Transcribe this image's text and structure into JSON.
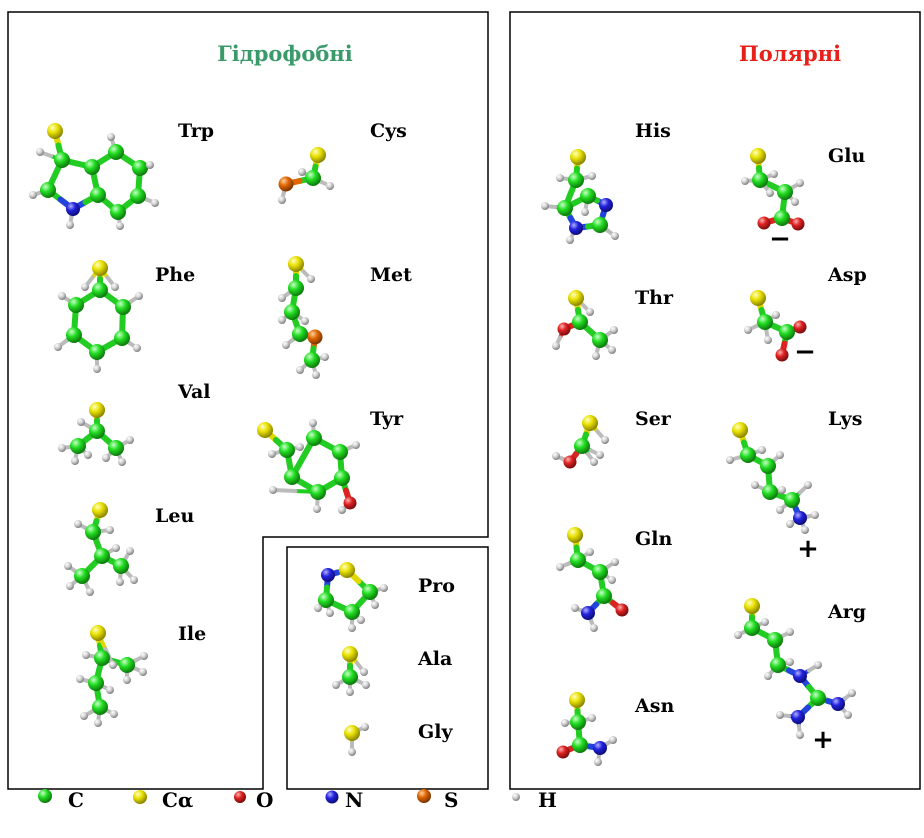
{
  "groups": {
    "hydrophobic": {
      "title": "Гідрофобні",
      "color": "#3a9a6a"
    },
    "polar": {
      "title": "Полярні",
      "color": "#e8201a"
    }
  },
  "amino_acids": {
    "trp": "Trp",
    "cys": "Cys",
    "phe": "Phe",
    "met": "Met",
    "val": "Val",
    "tyr": "Tyr",
    "leu": "Leu",
    "ile": "Ile",
    "pro": "Pro",
    "ala": "Ala",
    "gly": "Gly",
    "his": "His",
    "glu": "Glu",
    "thr": "Thr",
    "asp": "Asp",
    "ser": "Ser",
    "lys": "Lys",
    "gln": "Gln",
    "arg": "Arg",
    "asn": "Asn"
  },
  "charges": {
    "minus": "−",
    "plus": "+"
  },
  "legend": [
    {
      "key": "c",
      "label": "C",
      "color": "#22dd22"
    },
    {
      "key": "ca",
      "label": "Cα",
      "color": "#e8e000"
    },
    {
      "key": "o",
      "label": "O",
      "color": "#dd2222"
    },
    {
      "key": "n",
      "label": "N",
      "color": "#2222dd"
    },
    {
      "key": "s",
      "label": "S",
      "color": "#e06600"
    },
    {
      "key": "h",
      "label": "H",
      "color": "#cccccc"
    }
  ]
}
